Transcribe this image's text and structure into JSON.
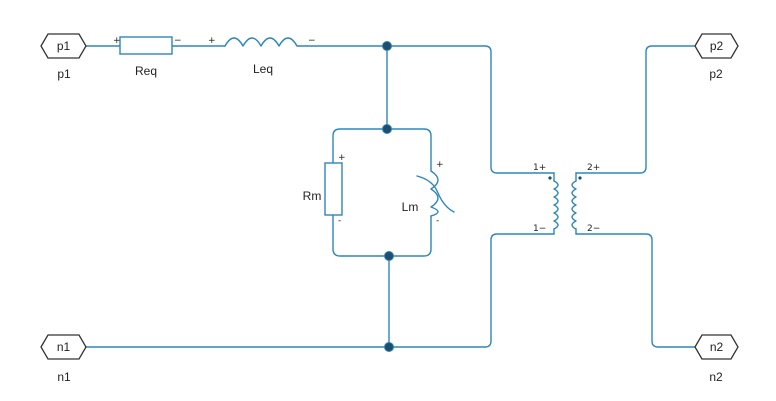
{
  "colors": {
    "wire": "#2e86b9",
    "node": "#1f4e6d",
    "port_stroke": "#333333",
    "text": "#222222",
    "background": "#ffffff"
  },
  "ports": {
    "p1": {
      "label": "p1",
      "caption": "p1"
    },
    "p2": {
      "label": "p2",
      "caption": "p2"
    },
    "n1": {
      "label": "n1",
      "caption": "n1"
    },
    "n2": {
      "label": "n2",
      "caption": "n2"
    }
  },
  "components": {
    "req": {
      "name": "Req",
      "plus": "+",
      "minus": "−"
    },
    "leq": {
      "name": "Leq",
      "plus": "+",
      "minus": "−"
    },
    "rm": {
      "name": "Rm",
      "plus": "+",
      "minus": "-"
    },
    "lm": {
      "name": "Lm",
      "plus": "+",
      "minus": "-"
    },
    "transformer": {
      "primary_plus": "1+",
      "primary_minus": "1−",
      "secondary_plus": "2+",
      "secondary_minus": "2−"
    }
  }
}
